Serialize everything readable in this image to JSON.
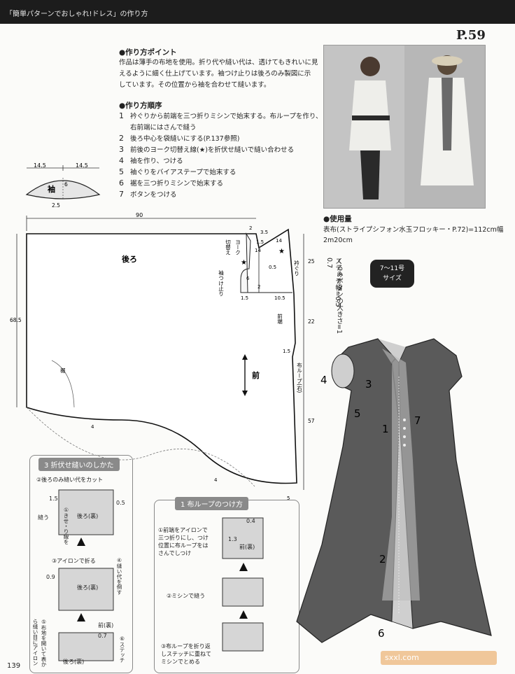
{
  "header": {
    "title": "「簡単パターンでおしゃれ!ドレス」の作り方"
  },
  "page_number": "P.59",
  "footer_page": "139",
  "points": {
    "title": "●作り方ポイント",
    "body": [
      "作品は薄手の布地を使用。折り代や縫い代は、透けてもきれいに見",
      "えるように細く仕上げています。袖つけ止りは後ろのみ製図に示",
      "しています。その位置から袖を合わせて縫います。"
    ]
  },
  "order": {
    "title": "●作り方順序",
    "steps": [
      {
        "num": "1",
        "text": "衿ぐりから前端を三つ折りミシンで始末する。布ループを作り、"
      },
      {
        "num": "",
        "text": "右前端にはさんで縫う"
      },
      {
        "num": "2",
        "text": "後ろ中心を袋縫いにする(P.137参照)"
      },
      {
        "num": "3",
        "text": "前後のヨーク切替え線(★)を折伏せ縫いで縫い合わせる"
      },
      {
        "num": "4",
        "text": "袖を作り、つける"
      },
      {
        "num": "5",
        "text": "袖ぐりをバイアステープで始末する"
      },
      {
        "num": "6",
        "text": "裾を三つ折りミシンで始末する"
      },
      {
        "num": "7",
        "text": "ボタンをつける"
      }
    ]
  },
  "materials": {
    "title": "●使用量",
    "line1": "表布(ストライプシフォン水玉フロッキー・P.72)=112cm幅",
    "line2": "2m20cm",
    "button_note": "くるみボタンの大きさ=1",
    "stitch_note": "ステッチ幅=0.5 0.7"
  },
  "size_badge": {
    "line1": "7〜11号",
    "line2": "サイズ"
  },
  "sleeve": {
    "label": "袖",
    "w1": "14.5",
    "w2": "14.5",
    "d1": "6",
    "d2": "2.5"
  },
  "pattern": {
    "width": "90",
    "back_label": "後ろ",
    "front_label": "前",
    "yoke_label": "ヨーク",
    "switch_label": "切替え",
    "sleeve_stop": "袖つけ止り",
    "neckline": "衿ぐり",
    "front_edge": "前端",
    "loop_label": "布ループ(右)",
    "hem_label": "裾",
    "height": "68.5",
    "d25": "25",
    "d22": "22",
    "d57": "57",
    "d1_5a": "1.5",
    "d1_5b": "1.5",
    "d1_5c": "1.5",
    "d2": "2",
    "d3_5": "3.5",
    "d14a": "14",
    "d14b": "14",
    "d0_5": "0.5",
    "d6": "6",
    "d2b": "2",
    "d10_5": "10.5",
    "d5": "5",
    "d4a": "4",
    "d4b": "4"
  },
  "inset_fold": {
    "title": "3 折伏せ縫いのしかた",
    "s2": "②後ろのみ縫い代をカット",
    "d15": "1.5",
    "d05": "0.5",
    "seam": "縫う",
    "stitch": "①きせ・り線を",
    "back_wrong": "後ろ(裏)",
    "s3": "③アイロンで折る",
    "s4": "④縫い代を倒す",
    "d09": "0.9",
    "back_wrong2": "後ろ(裏)",
    "front_wrong": "前(裏)",
    "d07": "0.7",
    "s5": "⑤布地を開いて表から縫い目にアイロン",
    "s6": "⑥ステッチ",
    "back_wrong3": "後ろ(裏)"
  },
  "inset_loop": {
    "title": "1 布ループのつけ方",
    "s1": "①前端をアイロンで三つ折りにし、つけ位置に布ループをはさんでしつけ",
    "d04": "0.4",
    "d13": "1.3",
    "front_wrong": "前(裏)",
    "s2": "②ミシンで縫う",
    "s3": "③布ループを折り返しステッチに重ねてミシンでとめる"
  },
  "garment_numbers": [
    "1",
    "2",
    "3",
    "4",
    "5",
    "6",
    "7"
  ],
  "watermark": "sxxl.com"
}
